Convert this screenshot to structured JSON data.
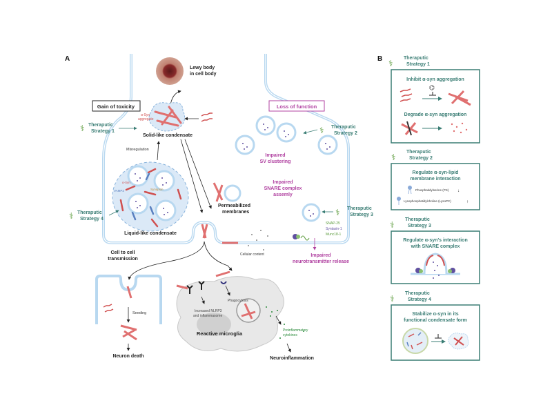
{
  "panels": {
    "a_label": "A",
    "b_label": "B"
  },
  "panel_a": {
    "lewy_body": [
      "Lewy body",
      "in cell body"
    ],
    "gain_of_toxicity": "Gain of toxicity",
    "loss_of_function": "Loss of function",
    "asyn_aggregate": [
      "α-Syn",
      "aggregate"
    ],
    "solid_condensate": "Solid-like condensate",
    "misregulation": "Misregulation",
    "liquid_condensate": "Liquid-like condensate",
    "asyn_label": "α-Syn",
    "vamp2_label": "VAMP2",
    "synapsin_label": "Synapsin",
    "permeabilized": [
      "Permeabilized",
      "membranes"
    ],
    "impaired_sv": [
      "Impaired",
      "SV clustering"
    ],
    "impaired_snare": [
      "Impaired",
      "SNARE complex",
      "assemly"
    ],
    "snap25": "SNAP-25",
    "syntaxin": "Syntaxin-1",
    "munc": "Munc18-1",
    "impaired_release": [
      "Impaired",
      "neurotransmitter release"
    ],
    "cellular_content": "Cellular content",
    "cell_to_cell": [
      "Cell to cell",
      "transmission"
    ],
    "seeding": "Seeding",
    "neuron_death": "Neuron death",
    "increased_nlrp3": [
      "Increased NLRP3",
      "and inflammasome"
    ],
    "phagocytosis": "Phagocytosis",
    "reactive_microglia": "Reactive microglia",
    "proinflammatory": [
      "Proinflammatory",
      "cytokines"
    ],
    "neuroinflammation": "Neuroinflammation",
    "strategies": [
      {
        "line1": "Theraputic",
        "line2": "Strategy 1"
      },
      {
        "line1": "Theraputic",
        "line2": "Strategy 2"
      },
      {
        "line1": "Theraputic",
        "line2": "Strategy 3"
      },
      {
        "line1": "Theraputic",
        "line2": "Strategy 4"
      }
    ]
  },
  "panel_b": {
    "strategies": [
      {
        "line1": "Theraputic",
        "line2": "Strategy 1",
        "box": [
          "Inhibit α-syn aggregation"
        ],
        "box2": "Degrade α-syn aggregation"
      },
      {
        "line1": "Theraputic",
        "line2": "Strategy 2",
        "box": [
          "Regulate α-syn-lipid",
          "membrane interaction"
        ],
        "ps": "Phosphatidylserine (PS)",
        "lpc": "Lysophosphatidylcholine (LysoPC)"
      },
      {
        "line1": "Theraputic",
        "line2": "Strategy 3",
        "box": [
          "Regulate α-syn's interaction",
          "with SNARE complex"
        ]
      },
      {
        "line1": "Theraputic",
        "line2": "Strategy 4",
        "box": [
          "Stabilize α-syn in its",
          "functional condensate form"
        ]
      }
    ]
  },
  "colors": {
    "membrane": "#b8d8f0",
    "teal": "#3a7d74",
    "purple": "#b040a0",
    "fibril": "#e07070",
    "box_border": "#3a7d74"
  }
}
